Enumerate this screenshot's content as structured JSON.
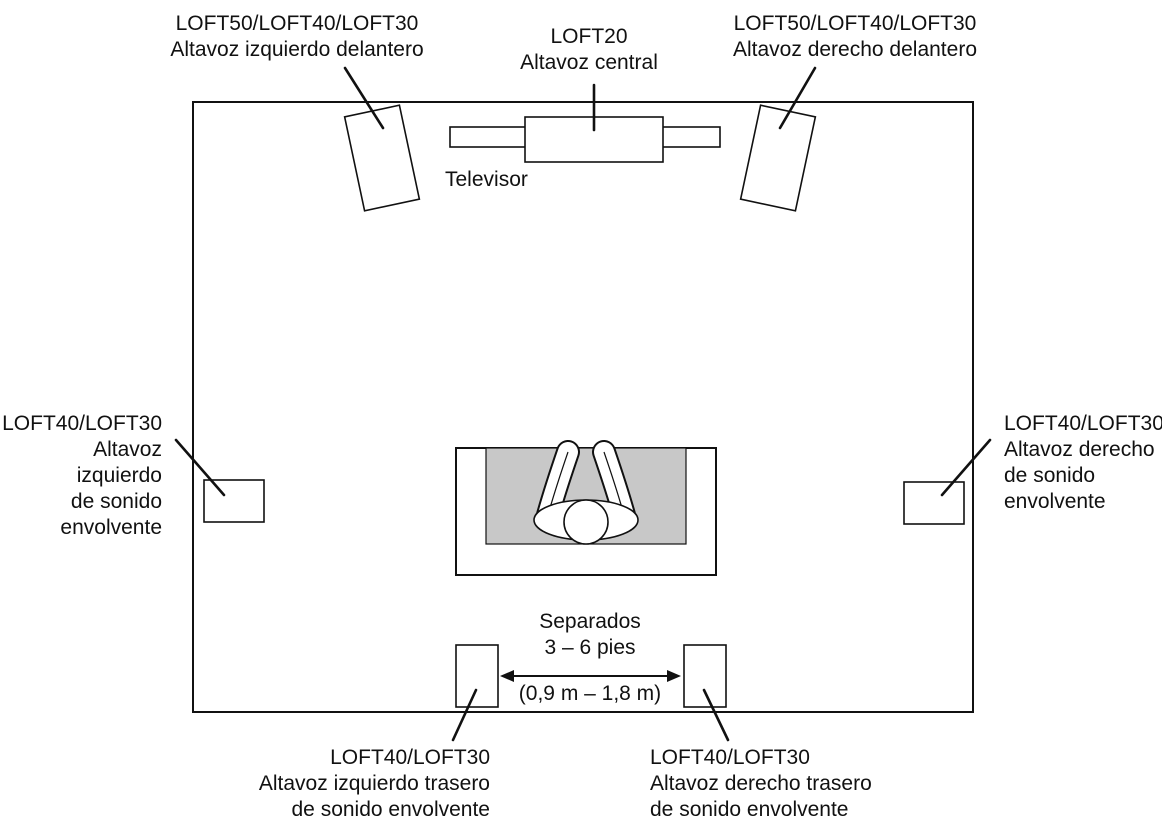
{
  "labels": {
    "front_left_model": "LOFT50/LOFT40/LOFT30",
    "front_left_name": "Altavoz izquierdo delantero",
    "center_model": "LOFT20",
    "center_name": "Altavoz central",
    "front_right_model": "LOFT50/LOFT40/LOFT30",
    "front_right_name": "Altavoz derecho delantero",
    "tv": "Televisor",
    "surround_left_model": "LOFT40/LOFT30",
    "surround_left_line1": "Altavoz",
    "surround_left_line2": "izquierdo",
    "surround_left_line3": "de sonido",
    "surround_left_line4": "envolvente",
    "surround_right_model": "LOFT40/LOFT30",
    "surround_right_line1": "Altavoz derecho",
    "surround_right_line2": "de sonido",
    "surround_right_line3": "envolvente",
    "separation_line1": "Separados",
    "separation_line2": "3 – 6 pies",
    "separation_line3": "(0,9 m – 1,8 m)",
    "rear_left_model": "LOFT40/LOFT30",
    "rear_left_line1": "Altavoz izquierdo trasero",
    "rear_left_line2": "de sonido envolvente",
    "rear_right_model": "LOFT40/LOFT30",
    "rear_right_line1": "Altavoz derecho trasero",
    "rear_right_line2": "de sonido envolvente"
  },
  "colors": {
    "stroke": "#111111",
    "couch_fill": "#c8c8c8",
    "background": "#ffffff"
  }
}
